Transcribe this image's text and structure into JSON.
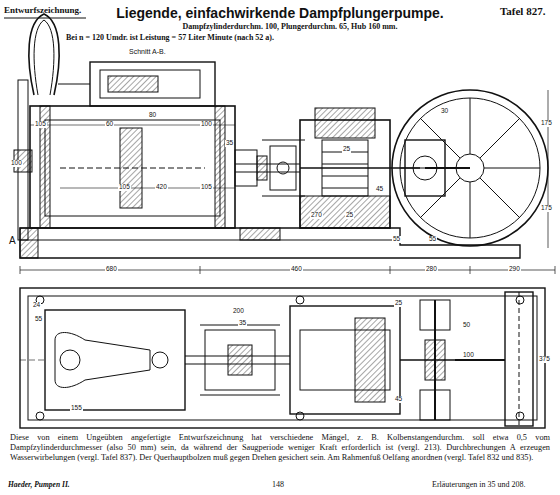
{
  "diagram": {
    "title": "Liegende, einfachwirkende Dampfplungerpumpe.",
    "caption": "Diese von einem Ungeübten angefertigte Entwurfszeichnung hat verschiedene Mängel, z. B. Kolbenstangendurchm. soll etwa 0,5 vom Dampfzylinderdurchmesser (also 50 mm) sein, da während der Saugperiode weniger Kraft erforderlich ist (vergl. 213). Durchbrechungen A erzeugen Wasserwirbelungen (vergl. Tafel 837). Der Querhauptbolzen muß gegen Drehen gesichert sein. Am Rahmenfuß Oelfang anordnen (vergl. Tafel 832 und 835).",
    "labels": [
      "Entwurfszeichnung.",
      "Tafel 827.",
      "Dampfzylinderdurchm. 100, Plungerdurchm. 65, Hub 160 mm.",
      "Bei n = 120 Umdr. ist Leistung = 57 Liter Minute (nach 52 a).",
      "Schnitt A-B.",
      "A",
      "105",
      "60",
      "80",
      "100",
      "105",
      "420",
      "105",
      "35",
      "25",
      "270",
      "25",
      "45",
      "55",
      "55",
      "30",
      "175",
      "175",
      "100",
      "680",
      "460",
      "280",
      "290",
      "24",
      "55",
      "155",
      "200",
      "35",
      "25",
      "50",
      "100",
      "45",
      "375",
      "Haeder, Pumpen II.",
      "148",
      "Erläuterungen in 35 und 208."
    ]
  }
}
